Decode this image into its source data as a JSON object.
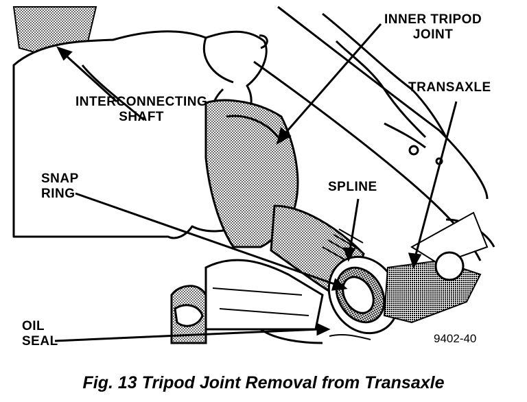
{
  "labels": {
    "inner_tripod_joint": [
      "INNER TRIPOD",
      "JOINT"
    ],
    "interconnecting_shaft": [
      "INTERCONNECTING",
      "SHAFT"
    ],
    "transaxle": "TRANSAXLE",
    "snap_ring": [
      "SNAP",
      "RING"
    ],
    "spline": "SPLINE",
    "oil_seal": [
      "OIL",
      "SEAL"
    ]
  },
  "figure_number": "9402-40",
  "caption": "Fig. 13 Tripod Joint Removal from Transaxle",
  "colors": {
    "ink": "#000000",
    "paper": "#ffffff",
    "shade": "#000000"
  }
}
